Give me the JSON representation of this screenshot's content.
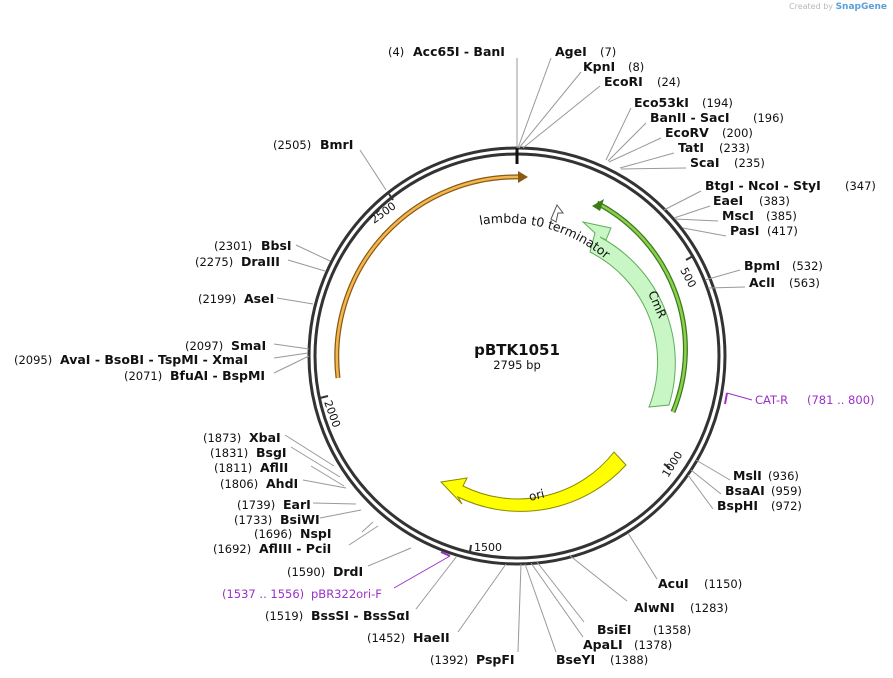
{
  "credit": {
    "prefix": "Created by",
    "brand": "SnapGene"
  },
  "plasmid": {
    "name": "pBTK1051",
    "length": "2795 bp",
    "bp": 2795
  },
  "ticks": [
    "500",
    "1000",
    "1500",
    "2000",
    "2500"
  ],
  "features": [
    {
      "name": "CmR",
      "color": "#c8f7c5",
      "stroke": "#6fbf6a"
    },
    {
      "name": "ori",
      "color": "#ffff00",
      "stroke": "#999900"
    },
    {
      "name": "lambda t0 terminator",
      "color": "#ffffff",
      "stroke": "#555555"
    }
  ],
  "arcs": [
    {
      "name": "top-right green",
      "color": "#5aa02c"
    },
    {
      "name": "left orange",
      "color": "#e5a13c"
    }
  ],
  "sites": [
    {
      "pos": "(4)",
      "name": "Acc65I  - BanI"
    },
    {
      "pos": "(7)",
      "name": "AgeI"
    },
    {
      "pos": "(8)",
      "name": "KpnI"
    },
    {
      "pos": "(24)",
      "name": "EcoRI"
    },
    {
      "pos": "(194)",
      "name": "Eco53kI"
    },
    {
      "pos": "(196)",
      "name": "BanII  - SacI"
    },
    {
      "pos": "(200)",
      "name": "EcoRV"
    },
    {
      "pos": "(233)",
      "name": "TatI"
    },
    {
      "pos": "(235)",
      "name": "ScaI"
    },
    {
      "pos": "(347)",
      "name": "BtgI  - NcoI  - StyI"
    },
    {
      "pos": "(383)",
      "name": "EaeI"
    },
    {
      "pos": "(385)",
      "name": "MscI"
    },
    {
      "pos": "(417)",
      "name": "PasI"
    },
    {
      "pos": "(532)",
      "name": "BpmI"
    },
    {
      "pos": "(563)",
      "name": "AclI"
    },
    {
      "pos": "(936)",
      "name": "MslI"
    },
    {
      "pos": "(959)",
      "name": "BsaAI"
    },
    {
      "pos": "(972)",
      "name": "BspHI"
    },
    {
      "pos": "(1150)",
      "name": "AcuI"
    },
    {
      "pos": "(1283)",
      "name": "AlwNI"
    },
    {
      "pos": "(1358)",
      "name": "BsiEI"
    },
    {
      "pos": "(1378)",
      "name": "ApaLI"
    },
    {
      "pos": "(1388)",
      "name": "BseYI"
    },
    {
      "pos": "(1392)",
      "name": "PspFI"
    },
    {
      "pos": "(1452)",
      "name": "HaeII"
    },
    {
      "pos": "(1519)",
      "name": "BssSI  - BssSαI"
    },
    {
      "pos": "(1590)",
      "name": "DrdI"
    },
    {
      "pos": "(1692)",
      "name": "AflIII  - PciI"
    },
    {
      "pos": "(1696)",
      "name": "NspI"
    },
    {
      "pos": "(1733)",
      "name": "BsiWI"
    },
    {
      "pos": "(1739)",
      "name": "EarI"
    },
    {
      "pos": "(1806)",
      "name": "AhdI"
    },
    {
      "pos": "(1811)",
      "name": "AflII"
    },
    {
      "pos": "(1831)",
      "name": "BsgI"
    },
    {
      "pos": "(1873)",
      "name": "XbaI"
    },
    {
      "pos": "(2071)",
      "name": "BfuAI  - BspMI"
    },
    {
      "pos": "(2095)",
      "name": "AvaI  - BsoBI  - TspMI  - XmaI"
    },
    {
      "pos": "(2097)",
      "name": "SmaI"
    },
    {
      "pos": "(2199)",
      "name": "AseI"
    },
    {
      "pos": "(2275)",
      "name": "DraIII"
    },
    {
      "pos": "(2301)",
      "name": "BbsI"
    },
    {
      "pos": "(2505)",
      "name": "BmrI"
    }
  ],
  "primers": [
    {
      "name": "CAT-R",
      "range": "(781 .. 800)",
      "color": "#9b30c8"
    },
    {
      "name": "pBR322ori-F",
      "range": "(1537 .. 1556)",
      "color": "#9b30c8"
    }
  ]
}
